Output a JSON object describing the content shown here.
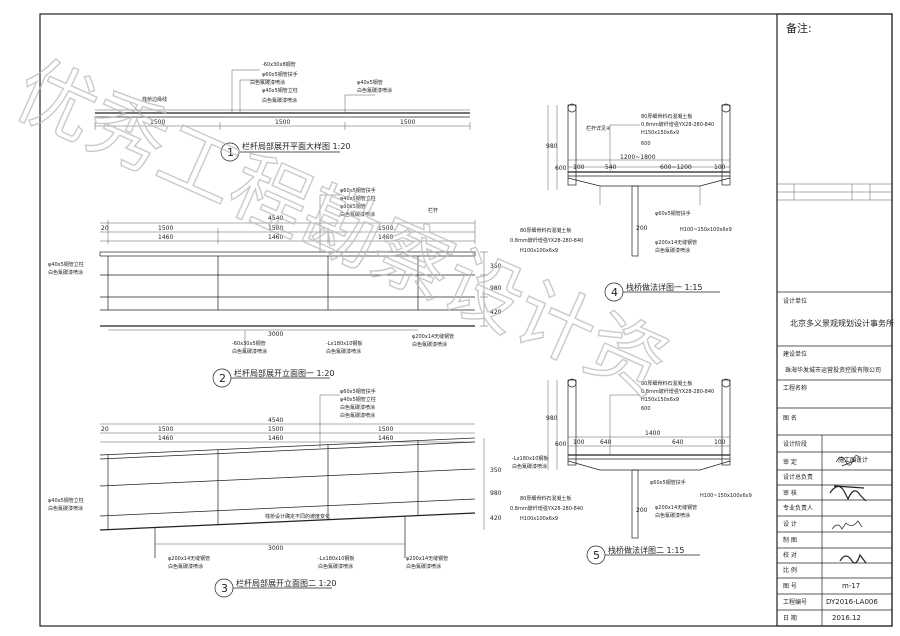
{
  "watermark": "优秀工程勘察设计资",
  "title_block": {
    "remarks": "备注:",
    "design_unit_label": "设计单位",
    "design_unit": "北京多义景观规划设计事务所",
    "client_label": "建设单位",
    "client": "珠海华发城市运营投资控股有限公司",
    "project_label": "工程名称",
    "drawing_name_label": "图    名",
    "stage_label": "设计阶段",
    "stage": "施工图设计",
    "approved_label": "审    定",
    "lead_label": "设计总负责",
    "checked_label": "审    核",
    "discipline_label": "专业负责人",
    "designed_label": "设    计",
    "drawn_label": "制    图",
    "proof_label": "校    对",
    "scale_label": "比    例",
    "drawing_no_label": "图    号",
    "drawing_no": "m-17",
    "project_no_label": "工程编号",
    "project_no": "DY2016-LA006",
    "date_label": "日    期",
    "date": "2016.12"
  },
  "drawings": {
    "d1": {
      "number": "1",
      "title": "栏杆局部展开平面大样图 1:20",
      "dims": [
        "1500",
        "1500",
        "1500"
      ],
      "notes": [
        "-60x30x8钢管",
        "φ60x5钢管扶手",
        "白色氟碳漆喷涂",
        "φ40x5钢管立柱",
        "φ40x5钢管",
        "白色氟碳漆喷涂",
        "白色氟碳漆喷涂",
        "栈桥边缘线"
      ]
    },
    "d2": {
      "number": "2",
      "title": "栏杆局部展开立面图一 1:20",
      "dims": [
        "4540",
        "20",
        "1500",
        "1500",
        "1500",
        "1460",
        "1460",
        "1460",
        "3000",
        "350",
        "980",
        "420"
      ],
      "notes": [
        "φ60x5钢管扶手",
        "φ40x5钢管立柱",
        "φ60x5钢管",
        "白色氟碳漆喷涂",
        "φ40x5钢管立柱",
        "白色氟碳漆喷涂",
        "-60x30x5钢管",
        "白色氟碳漆喷涂",
        "-Lx180x10钢板",
        "白色氟碳漆喷涂",
        "φ200x14无缝钢管",
        "白色氟碳漆喷涂",
        "栏杆"
      ]
    },
    "d3": {
      "number": "3",
      "title": "栏杆局部展开立面图二 1:20",
      "dims": [
        "4540",
        "20",
        "1500",
        "1500",
        "1500",
        "1460",
        "1460",
        "1460",
        "3000",
        "350",
        "980",
        "420"
      ],
      "notes": [
        "φ60x5钢管扶手",
        "φ40x5钢管立柱",
        "白色氟碳漆喷涂",
        "白色氟碳漆喷涂",
        "φ40x5钢管立柱",
        "白色氟碳漆喷涂",
        "栈桥设计确定不同的坡度变化",
        "φ200x14无缝钢管",
        "白色氟碳漆喷涂",
        "-Lx180x10钢板",
        "白色氟碳漆喷涂",
        "φ200x14无缝钢管",
        "白色氟碳漆喷涂"
      ]
    },
    "d4": {
      "number": "4",
      "title": "栈桥做法详图一 1:15",
      "dims": [
        "1200~1800",
        "100",
        "540",
        "600~1200",
        "100",
        "980",
        "600",
        "200"
      ],
      "notes": [
        "80厚细骨料石混凝土板",
        "0.8mm玻纤增强YX28-280-840",
        "H150x150x6x9",
        "600",
        "φ60x5钢管扶手",
        "H100~150x100x6x9",
        "φ200x14无缝钢管",
        "白色氟碳漆喷涂",
        "80厚细骨料石混凝土板",
        "0.8mm玻纤增强YX28-280-840",
        "H100x100x6x9",
        "栏杆详见④"
      ]
    },
    "d5": {
      "number": "5",
      "title": "栈桥做法详图二 1:15",
      "dims": [
        "1400",
        "100",
        "640",
        "640",
        "100",
        "980",
        "600",
        "200"
      ],
      "notes": [
        "80厚细骨料石混凝土板",
        "0.8mm玻纤增强YX28-280-840",
        "H150x150x6x9",
        "600",
        "φ60x5钢管扶手",
        "H100~150x100x6x9",
        "φ200x14无缝钢管",
        "白色氟碳漆喷涂",
        "80厚细骨料石混凝土板",
        "0.8mm玻纤增强YX28-280-840",
        "H100x100x6x9",
        "-Lx180x10钢板",
        "白色氟碳漆喷涂"
      ]
    }
  }
}
